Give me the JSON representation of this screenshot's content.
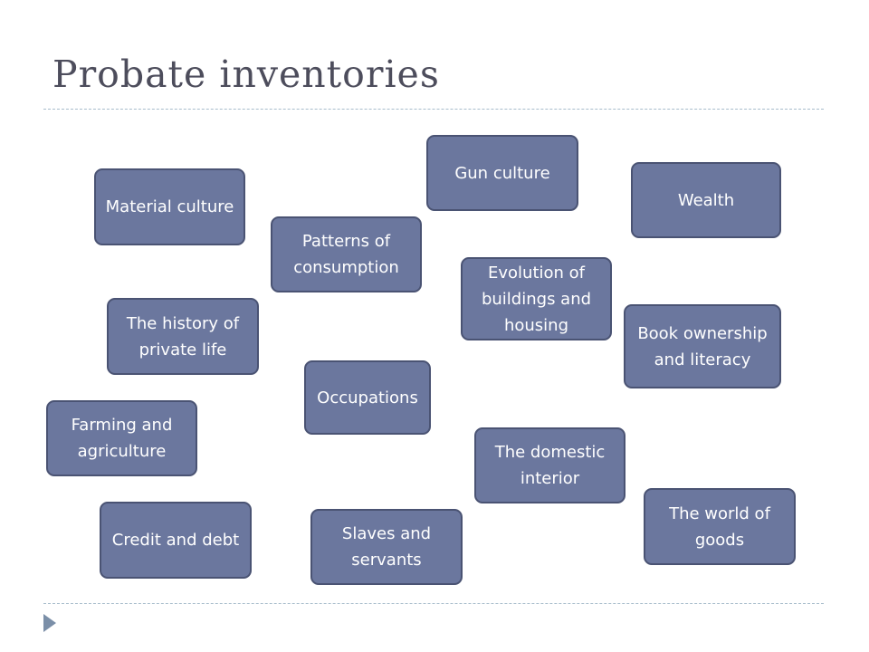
{
  "slide": {
    "title": "Probate inventories"
  },
  "topics": {
    "material_culture": "Material culture",
    "gun_culture": "Gun culture",
    "wealth": "Wealth",
    "patterns_of_consumption": "Patterns of consumption",
    "evolution_of_buildings": "Evolution of buildings and housing",
    "history_of_private_life": "The history of private life",
    "book_ownership": "Book ownership and literacy",
    "occupations": "Occupations",
    "farming": "Farming and agriculture",
    "domestic_interior": "The domestic interior",
    "world_of_goods": "The world of goods",
    "credit_and_debt": "Credit and debt",
    "slaves_and_servants": "Slaves and servants"
  },
  "colors": {
    "box_fill": "#6b779e",
    "box_border": "#4a5373",
    "title_text": "#4d4d5c",
    "rule": "#a7bccb",
    "bullet": "#7b8fa8"
  }
}
